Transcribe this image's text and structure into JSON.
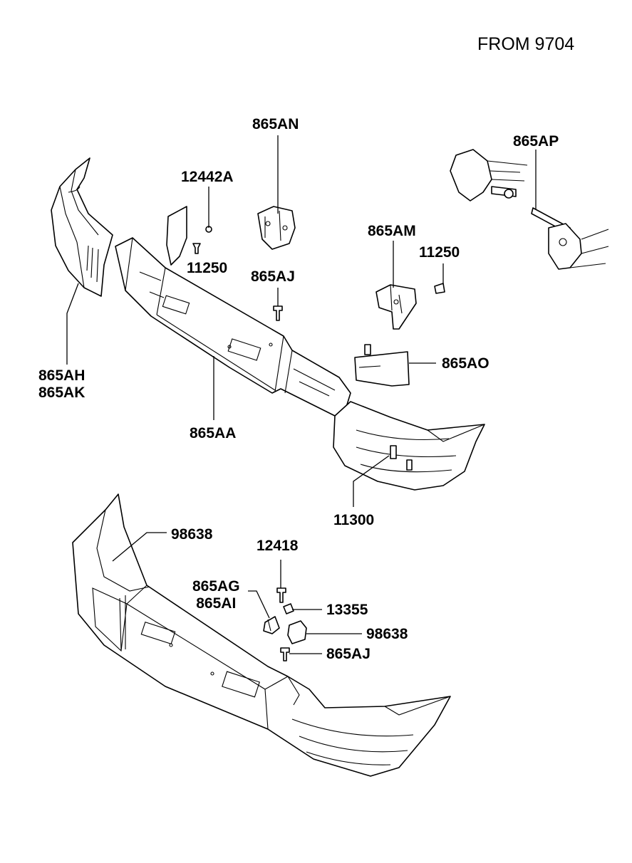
{
  "header": {
    "revision": "FROM 9704"
  },
  "labels": {
    "p865AN": "865AN",
    "p865AP": "865AP",
    "p12442A": "12442A",
    "p11250_left": "11250",
    "p865AJ_upper": "865AJ",
    "p865AM": "865AM",
    "p11250_right": "11250",
    "p865AH": "865AH",
    "p865AK": "865AK",
    "p865AA": "865AA",
    "p865AO": "865AO",
    "p11300": "11300",
    "p98638_left": "98638",
    "p12418": "12418",
    "p865AG": "865AG",
    "p865AI": "865AI",
    "p13355": "13355",
    "p98638_right": "98638",
    "p865AJ_lower": "865AJ"
  }
}
